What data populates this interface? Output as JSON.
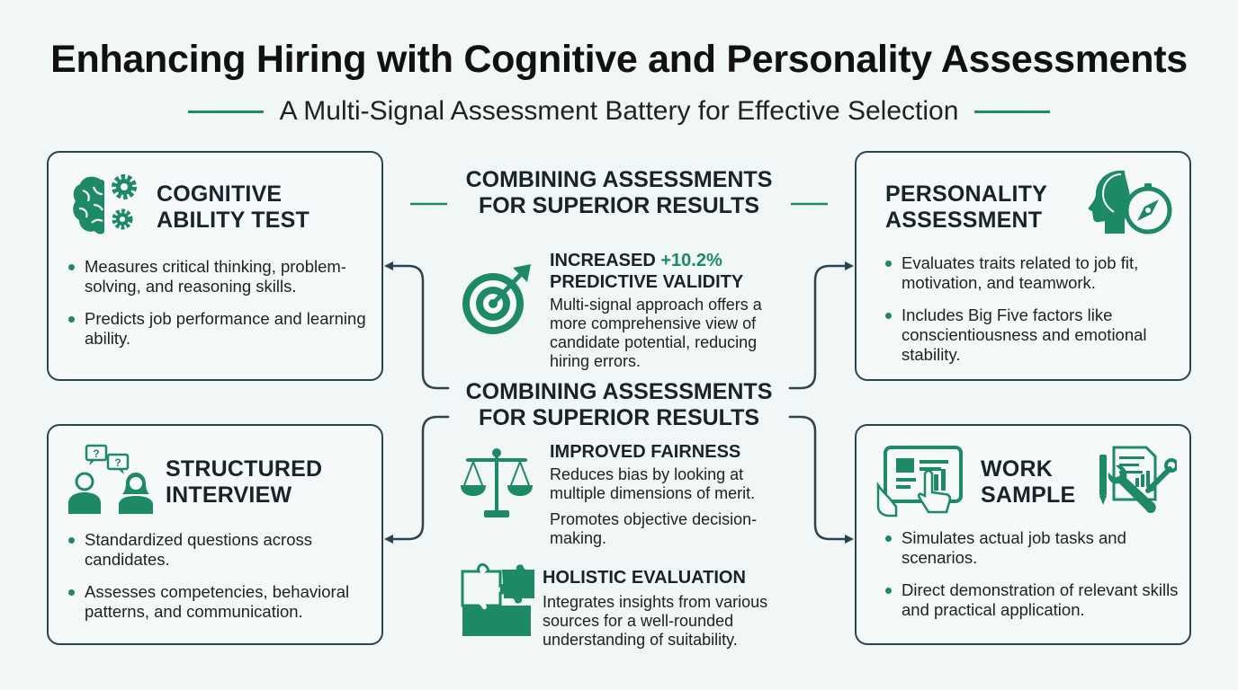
{
  "title": "Enhancing Hiring with Cognitive and Personality Assessments",
  "subtitle": "A Multi-Signal Assessment Battery for Effective Selection",
  "colors": {
    "accent": "#1e8a64",
    "border": "#2c4350",
    "background": "#f1f6f6"
  },
  "cards": {
    "cognitive": {
      "title_l1": "COGNITIVE",
      "title_l2": "ABILITY TEST",
      "icon": "brain-gears-icon",
      "bullets": [
        "Measures critical thinking, problem-solving, and reasoning skills.",
        "Predicts job performance and learning ability."
      ]
    },
    "personality": {
      "title_l1": "PERSONALITY",
      "title_l2": "ASSESSMENT",
      "icon": "head-compass-icon",
      "bullets": [
        "Evaluates traits related to job fit, motivation, and teamwork.",
        "Includes Big Five factors like conscientiousness and emotional stability."
      ]
    },
    "interview": {
      "title_l1": "STRUCTURED",
      "title_l2": "INTERVIEW",
      "icon": "interview-people-icon",
      "bullets": [
        "Standardized questions across candidates.",
        "Assesses competencies, behavioral patterns, and communication."
      ]
    },
    "worksample": {
      "title_l1": "WORK",
      "title_l2": "SAMPLE",
      "icon": "tablet-tools-icon",
      "bullets": [
        "Simulates actual job tasks and scenarios.",
        "Direct demonstration of relevant skills and practical application."
      ]
    }
  },
  "center": {
    "heading_top_l1": "COMBINING ASSESSMENTS",
    "heading_top_l2": "FOR SUPERIOR RESULTS",
    "heading_mid_l1": "COMBINING ASSESSMENTS",
    "heading_mid_l2": "FOR SUPERIOR RESULTS",
    "validity": {
      "title_prefix": "INCREASED ",
      "title_value": "+10.2%",
      "title_l2": "PREDICTIVE VALIDITY",
      "icon": "target-arrow-icon",
      "body": "Multi-signal approach offers a more comprehensive view of candidate potential, reducing hiring errors."
    },
    "fairness": {
      "title": "IMPROVED FAIRNESS",
      "icon": "scales-icon",
      "body1": "Reduces bias by looking at multiple dimensions of merit.",
      "body2": "Promotes objective decision-making."
    },
    "holistic": {
      "title": "HOLISTIC EVALUATION",
      "icon": "puzzle-icon",
      "body": "Integrates insights from various sources for a well-rounded understanding of suitability."
    }
  }
}
